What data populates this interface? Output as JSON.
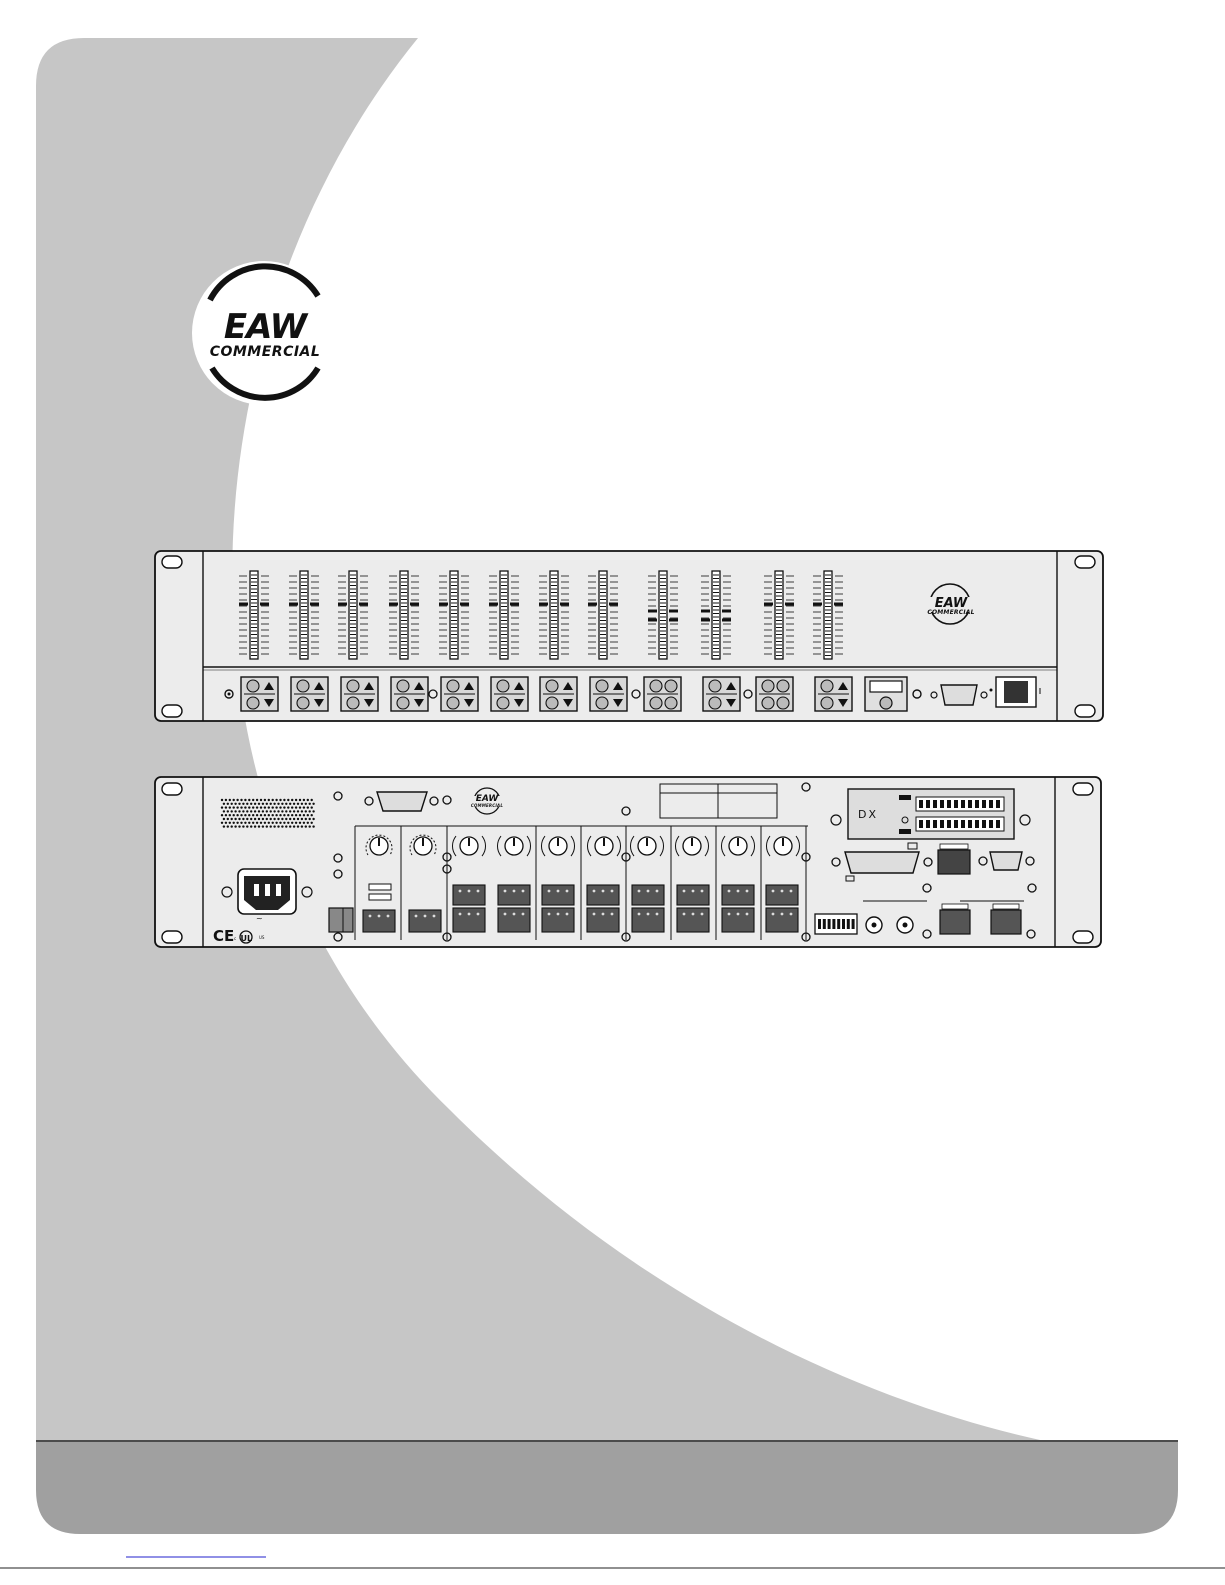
{
  "brand": {
    "name": "EAW",
    "subname": "COMMERCIAL"
  },
  "rear_panel": {
    "module_label": "DX",
    "marks": "CE"
  },
  "colors": {
    "swoosh_gray": "#c6c6c6",
    "footer_gray": "#a0a0a0",
    "panel_face": "#ececec",
    "outline": "#111111",
    "link_line": "#2222cc"
  }
}
